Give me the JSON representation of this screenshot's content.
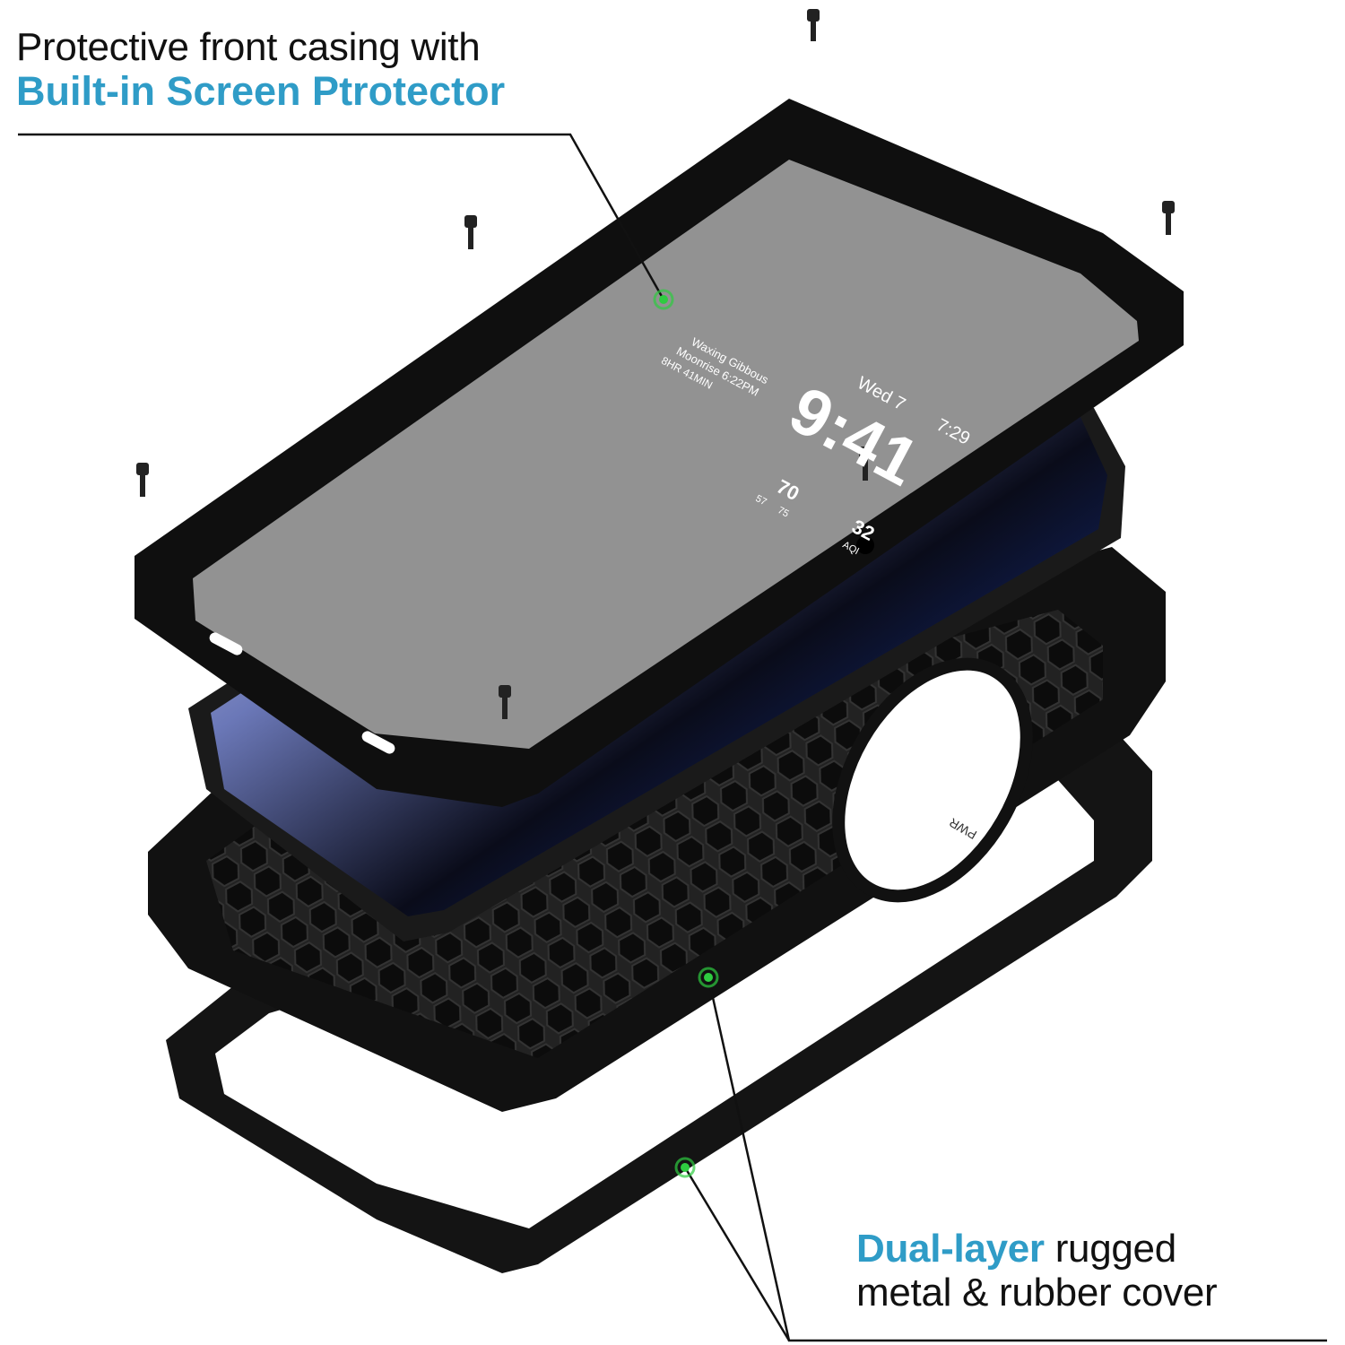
{
  "callouts": {
    "top": {
      "line1": "Protective front casing with",
      "line2": "Built-in Screen Ptrotector",
      "accent_color": "#2f9cc7"
    },
    "bottom": {
      "accent": "Dual-layer",
      "line1_rest": " rugged",
      "line2": "metal & rubber cover",
      "accent_color": "#2f9cc7"
    }
  },
  "phone_screen": {
    "date": "Wed 7",
    "time": "9:41",
    "sunrise_time": "7:29",
    "moon_phase": "Waxing Gibbous",
    "moonrise": "Moonrise 6:22PM",
    "duration": "8HR 41MIN",
    "temperature": "70",
    "temp_low": "57",
    "temp_high": "75",
    "aqi_value": "32",
    "aqi_label": "AQI"
  },
  "case_label": "PWR",
  "marker_color": "#2ecc40"
}
